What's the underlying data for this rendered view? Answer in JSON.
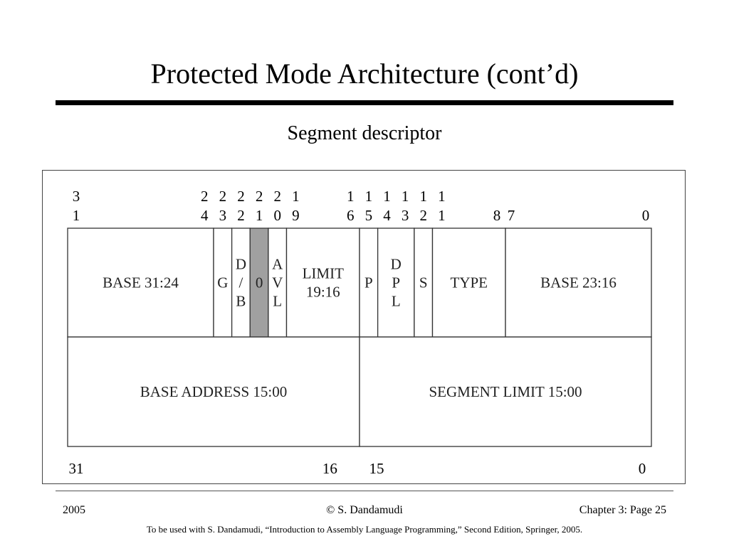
{
  "slide": {
    "title": "Protected Mode Architecture (cont’d)",
    "subtitle": "Segment descriptor"
  },
  "diagram": {
    "bit_labels_top": [
      {
        "label": "31"
      },
      {
        "label": "24"
      },
      {
        "label": "23"
      },
      {
        "label": "22"
      },
      {
        "label": "21"
      },
      {
        "label": "20"
      },
      {
        "label": "19"
      },
      {
        "label": "16"
      },
      {
        "label": "15"
      },
      {
        "label": "14"
      },
      {
        "label": "13"
      },
      {
        "label": "12"
      },
      {
        "label": "11"
      },
      {
        "label": "8"
      },
      {
        "label": "7"
      },
      {
        "label": "0"
      }
    ],
    "upper_fields": [
      {
        "id": "base-31-24",
        "lines": [
          "BASE 31:24"
        ]
      },
      {
        "id": "g",
        "lines": [
          "G"
        ]
      },
      {
        "id": "db",
        "lines": [
          "D",
          "/",
          "B"
        ]
      },
      {
        "id": "zero",
        "lines": [
          "0"
        ],
        "shaded": true
      },
      {
        "id": "avl",
        "lines": [
          "A",
          "V",
          "L"
        ]
      },
      {
        "id": "limit-19-16",
        "lines": [
          "LIMIT",
          "19:16"
        ]
      },
      {
        "id": "p",
        "lines": [
          "P"
        ]
      },
      {
        "id": "dpl",
        "lines": [
          "D",
          "P",
          "L"
        ]
      },
      {
        "id": "s",
        "lines": [
          "S"
        ]
      },
      {
        "id": "type",
        "lines": [
          "TYPE"
        ]
      },
      {
        "id": "base-23-16",
        "lines": [
          "BASE 23:16"
        ]
      }
    ],
    "lower_fields": [
      {
        "id": "base-address-15-00",
        "lines": [
          "BASE ADDRESS 15:00"
        ]
      },
      {
        "id": "segment-limit-15-00",
        "lines": [
          "SEGMENT LIMIT 15:00"
        ]
      }
    ],
    "bit_labels_bottom": [
      {
        "label": "31"
      },
      {
        "label": "16"
      },
      {
        "label": "15"
      },
      {
        "label": "0"
      }
    ],
    "colors": {
      "shaded_field": "#a0a0a0",
      "border": "#333333"
    }
  },
  "footer": {
    "year": "2005",
    "author": "© S. Dandamudi",
    "page": "Chapter 3: Page 25",
    "note": "To be used with S. Dandamudi, “Introduction to Assembly Language Programming,” Second Edition, Springer, 2005."
  }
}
